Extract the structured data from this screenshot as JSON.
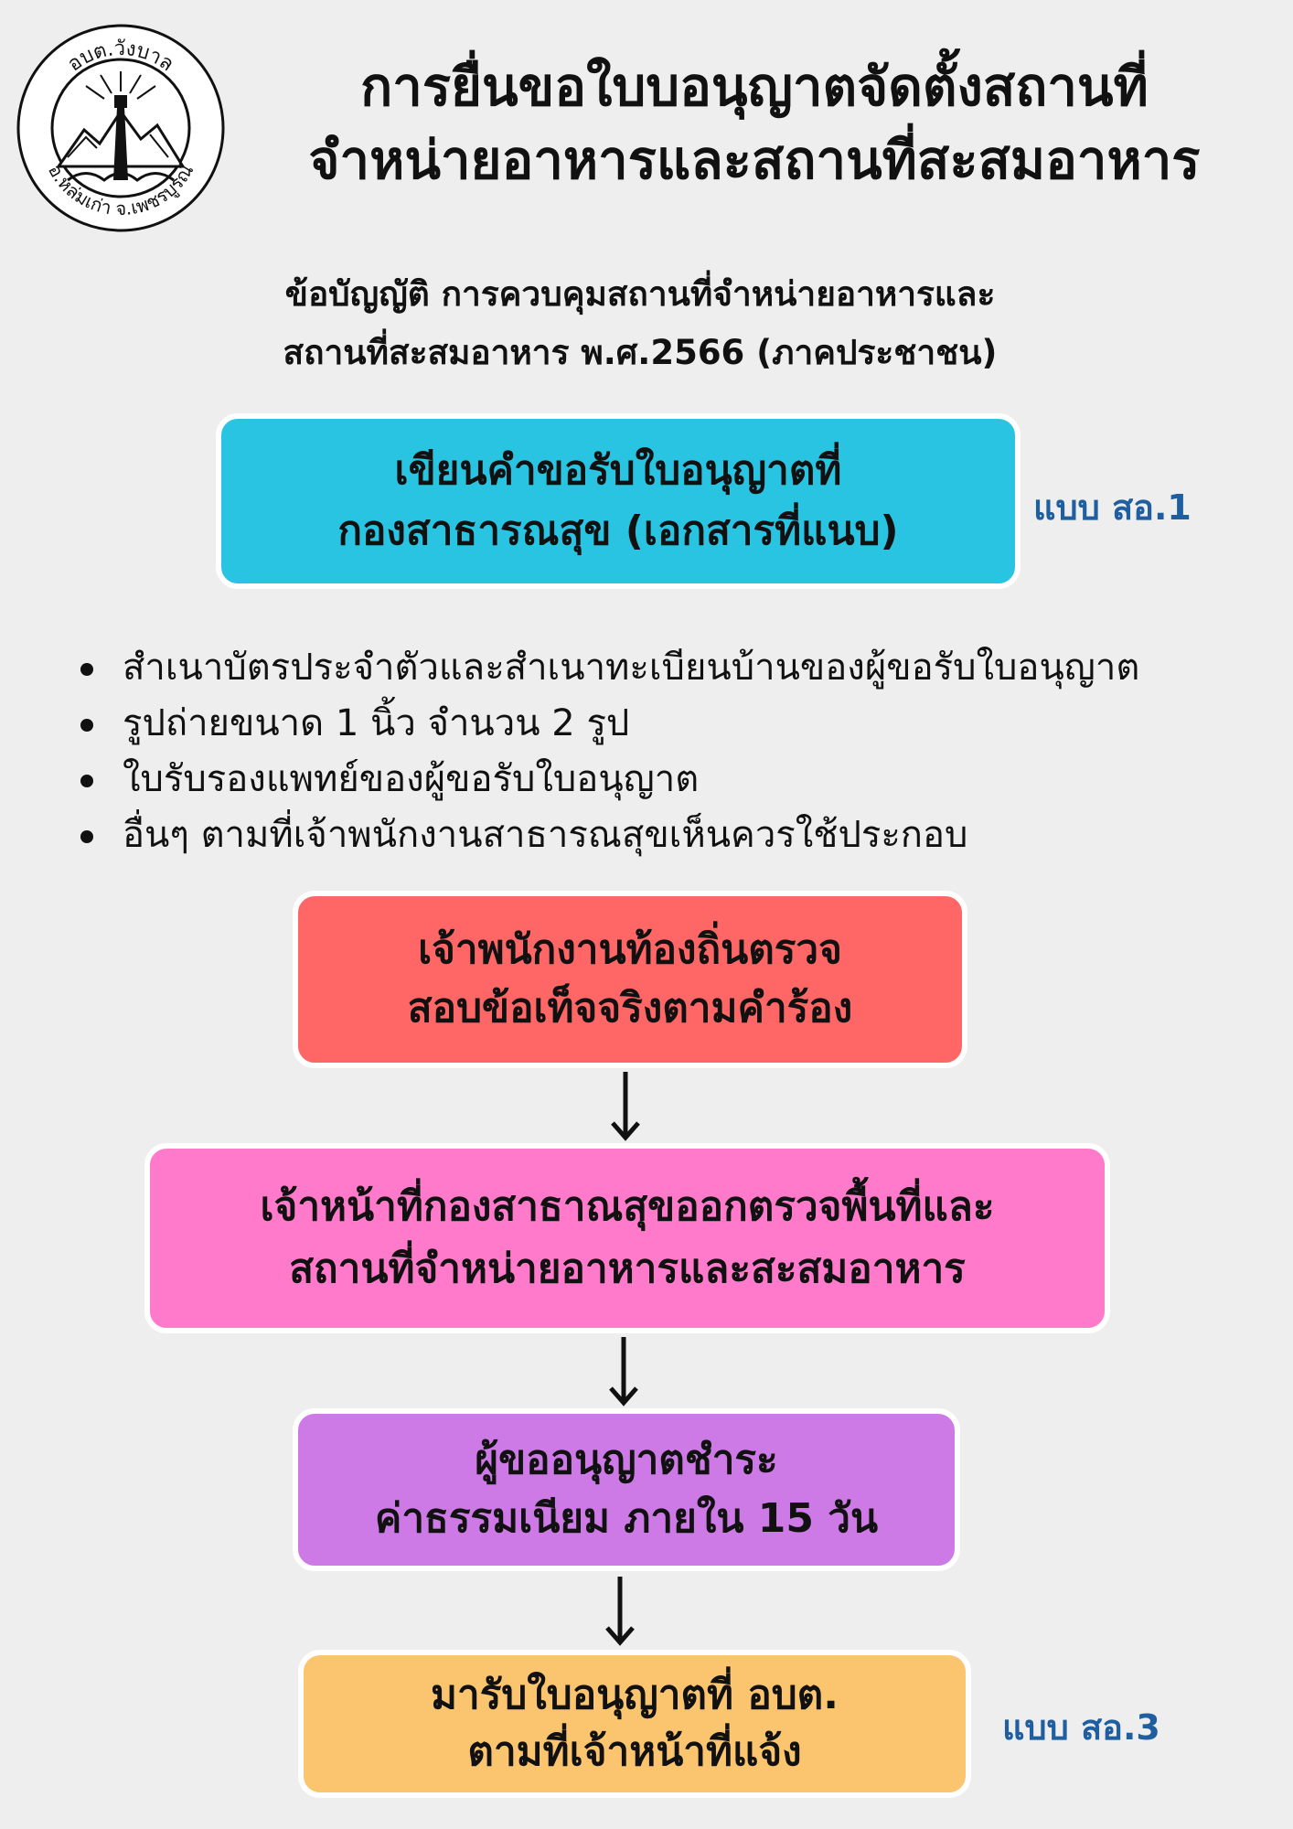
{
  "logo": {
    "top_text": "อบต.วังบาล",
    "bottom_text": "อ.หล่มเก่า จ.เพชรบูรณ์"
  },
  "title": {
    "line1": "การยื่นขอใบบอนุญาตจัดตั้งสถานที่",
    "line2": "จำหน่ายอาหารและสถานที่สะสมอาหาร"
  },
  "subtitle": {
    "line1": "ข้อบัญญัติ การควบคุมสถานที่จำหน่ายอาหารและ",
    "line2": "สถานที่สะสมอาหาร พ.ศ.2566 (ภาคประชาชน)"
  },
  "steps": [
    {
      "line1": "เขียนคำขอรับใบอนุญาตที่",
      "line2": "กองสาธารณสุข (เอกสารที่แนบ)",
      "color": "#29c4e2"
    },
    {
      "line1": "เจ้าพนักงานท้องถิ่นตรวจ",
      "line2": "สอบข้อเท็จจริงตามคำร้อง",
      "color": "#ff6666"
    },
    {
      "line1": "เจ้าหน้าที่กองสาธาณสุขออกตรวจพื้นที่และ",
      "line2": "สถานที่จำหน่ายอาหารและสะสมอาหาร",
      "color": "#ff7acb"
    },
    {
      "line1": "ผู้ขออนุญาตชำระ",
      "line2": "ค่าธรรมเนียม ภายใน 15 วัน",
      "color": "#cd7ae6"
    },
    {
      "line1": "มารับใบอนุญาตที่ อบต.",
      "line2": "ตามที่เจ้าหน้าที่แจ้ง",
      "color": "#fbc56f"
    }
  ],
  "form_labels": {
    "step1": "แบบ สอ.1",
    "step5": "แบบ สอ.3"
  },
  "documents": [
    "สำเนาบัตรประจำตัวและสำเนาทะเบียนบ้านของผู้ขอรับใบอนุญาต",
    "รูปถ่ายขนาด 1 นิ้ว จำนวน 2 รูป",
    "ใบรับรองแพทย์ของผู้ขอรับใบอนุญาต",
    "อื่นๆ ตามที่เจ้าพนักงานสาธารณสุขเห็นควรใช้ประกอบ"
  ]
}
